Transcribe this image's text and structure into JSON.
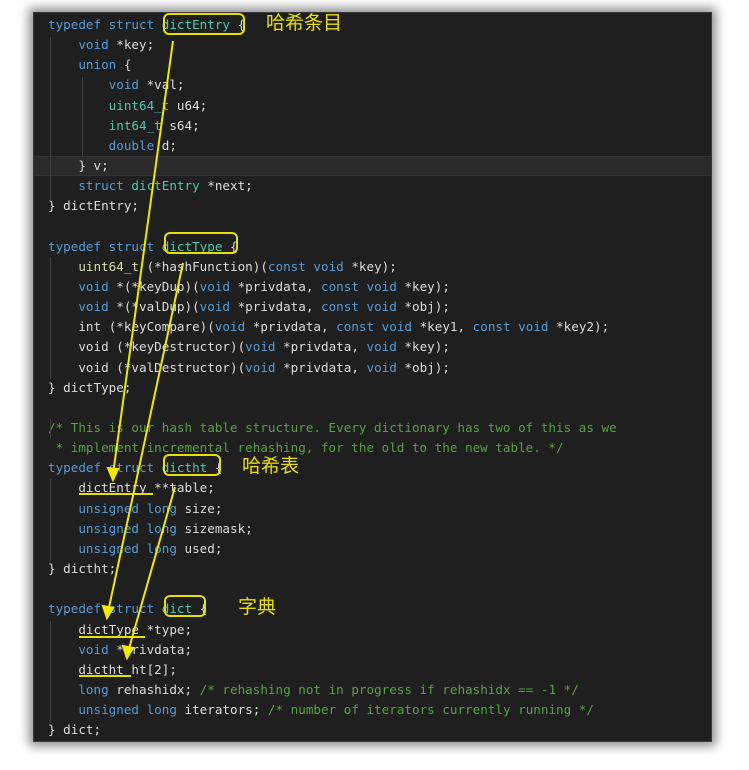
{
  "code": {
    "lines": [
      {
        "tokens": [
          {
            "t": "typedef ",
            "c": "kw"
          },
          {
            "t": "struct ",
            "c": "kw"
          },
          {
            "t": "dictEntry",
            "c": "ty"
          },
          {
            "t": " {",
            "c": "br"
          }
        ]
      },
      {
        "tokens": [
          {
            "t": "    "
          },
          {
            "t": "void ",
            "c": "kw"
          },
          {
            "t": "*key;",
            "c": "id"
          }
        ]
      },
      {
        "tokens": [
          {
            "t": "    "
          },
          {
            "t": "union ",
            "c": "kw"
          },
          {
            "t": "{",
            "c": "br"
          }
        ]
      },
      {
        "tokens": [
          {
            "t": "        "
          },
          {
            "t": "void ",
            "c": "kw"
          },
          {
            "t": "*val;",
            "c": "id"
          }
        ]
      },
      {
        "tokens": [
          {
            "t": "        "
          },
          {
            "t": "uint64_t ",
            "c": "ty"
          },
          {
            "t": "u64;",
            "c": "id"
          }
        ]
      },
      {
        "tokens": [
          {
            "t": "        "
          },
          {
            "t": "int64_t ",
            "c": "ty"
          },
          {
            "t": "s64;",
            "c": "id"
          }
        ]
      },
      {
        "tokens": [
          {
            "t": "        "
          },
          {
            "t": "double ",
            "c": "kw"
          },
          {
            "t": "d;",
            "c": "id"
          }
        ]
      },
      {
        "tokens": [
          {
            "t": "    "
          },
          {
            "t": "} v;",
            "c": "id"
          }
        ],
        "highlight": true
      },
      {
        "tokens": [
          {
            "t": "    "
          },
          {
            "t": "struct ",
            "c": "kw"
          },
          {
            "t": "dictEntry ",
            "c": "ty"
          },
          {
            "t": "*next;",
            "c": "id"
          }
        ]
      },
      {
        "tokens": [
          {
            "t": "} dictEntry;",
            "c": "id"
          }
        ]
      },
      {
        "tokens": []
      },
      {
        "tokens": [
          {
            "t": "typedef ",
            "c": "kw"
          },
          {
            "t": "struct ",
            "c": "kw"
          },
          {
            "t": "dictType",
            "c": "ty"
          },
          {
            "t": " {",
            "c": "br"
          }
        ]
      },
      {
        "tokens": [
          {
            "t": "    "
          },
          {
            "t": "uint64_t ",
            "c": "fn"
          },
          {
            "t": "(*hashFunction)(",
            "c": "id"
          },
          {
            "t": "const ",
            "c": "kw"
          },
          {
            "t": "void ",
            "c": "kw"
          },
          {
            "t": "*key);",
            "c": "id"
          }
        ]
      },
      {
        "tokens": [
          {
            "t": "    "
          },
          {
            "t": "void ",
            "c": "kw"
          },
          {
            "t": "*(*keyDup)(",
            "c": "id"
          },
          {
            "t": "void ",
            "c": "kw"
          },
          {
            "t": "*privdata, ",
            "c": "id"
          },
          {
            "t": "const ",
            "c": "kw"
          },
          {
            "t": "void ",
            "c": "kw"
          },
          {
            "t": "*key);",
            "c": "id"
          }
        ]
      },
      {
        "tokens": [
          {
            "t": "    "
          },
          {
            "t": "void ",
            "c": "kw"
          },
          {
            "t": "*(*valDup)(",
            "c": "id"
          },
          {
            "t": "void ",
            "c": "kw"
          },
          {
            "t": "*privdata, ",
            "c": "id"
          },
          {
            "t": "const ",
            "c": "kw"
          },
          {
            "t": "void ",
            "c": "kw"
          },
          {
            "t": "*obj);",
            "c": "id"
          }
        ]
      },
      {
        "tokens": [
          {
            "t": "    "
          },
          {
            "t": "int ",
            "c": "id"
          },
          {
            "t": "(*keyCompare)(",
            "c": "id"
          },
          {
            "t": "void ",
            "c": "kw"
          },
          {
            "t": "*privdata, ",
            "c": "id"
          },
          {
            "t": "const ",
            "c": "kw"
          },
          {
            "t": "void ",
            "c": "kw"
          },
          {
            "t": "*key1, ",
            "c": "id"
          },
          {
            "t": "const ",
            "c": "kw"
          },
          {
            "t": "void ",
            "c": "kw"
          },
          {
            "t": "*key2);",
            "c": "id"
          }
        ]
      },
      {
        "tokens": [
          {
            "t": "    "
          },
          {
            "t": "void ",
            "c": "id"
          },
          {
            "t": "(*keyDestructor)(",
            "c": "id"
          },
          {
            "t": "void ",
            "c": "kw"
          },
          {
            "t": "*privdata, ",
            "c": "id"
          },
          {
            "t": "void ",
            "c": "kw"
          },
          {
            "t": "*key);",
            "c": "id"
          }
        ]
      },
      {
        "tokens": [
          {
            "t": "    "
          },
          {
            "t": "void ",
            "c": "id"
          },
          {
            "t": "(*valDestructor)(",
            "c": "id"
          },
          {
            "t": "void ",
            "c": "kw"
          },
          {
            "t": "*privdata, ",
            "c": "id"
          },
          {
            "t": "void ",
            "c": "kw"
          },
          {
            "t": "*obj);",
            "c": "id"
          }
        ]
      },
      {
        "tokens": [
          {
            "t": "} dictType;",
            "c": "id"
          }
        ]
      },
      {
        "tokens": []
      },
      {
        "tokens": [
          {
            "t": "/* This is our hash table structure. Every dictionary has two of this as we",
            "c": "cm"
          }
        ]
      },
      {
        "tokens": [
          {
            "t": " * implement incremental rehashing, for the old to the new table. */",
            "c": "cm"
          }
        ]
      },
      {
        "tokens": [
          {
            "t": "typedef ",
            "c": "kw"
          },
          {
            "t": "struct ",
            "c": "kw"
          },
          {
            "t": "dictht",
            "c": "ty"
          },
          {
            "t": " {",
            "c": "br"
          }
        ]
      },
      {
        "tokens": [
          {
            "t": "    "
          },
          {
            "t": "dictEntry ",
            "c": "id"
          },
          {
            "t": "**table;",
            "c": "id"
          }
        ]
      },
      {
        "tokens": [
          {
            "t": "    "
          },
          {
            "t": "unsigned ",
            "c": "kw"
          },
          {
            "t": "long ",
            "c": "kw"
          },
          {
            "t": "size;",
            "c": "id"
          }
        ]
      },
      {
        "tokens": [
          {
            "t": "    "
          },
          {
            "t": "unsigned ",
            "c": "kw"
          },
          {
            "t": "long ",
            "c": "kw"
          },
          {
            "t": "sizemask;",
            "c": "id"
          }
        ]
      },
      {
        "tokens": [
          {
            "t": "    "
          },
          {
            "t": "unsigned ",
            "c": "kw"
          },
          {
            "t": "long ",
            "c": "kw"
          },
          {
            "t": "used;",
            "c": "id"
          }
        ]
      },
      {
        "tokens": [
          {
            "t": "} dictht;",
            "c": "id"
          }
        ]
      },
      {
        "tokens": []
      },
      {
        "tokens": [
          {
            "t": "typedef ",
            "c": "kw"
          },
          {
            "t": "struct ",
            "c": "kw"
          },
          {
            "t": "dict",
            "c": "ty"
          },
          {
            "t": " {",
            "c": "br"
          }
        ]
      },
      {
        "tokens": [
          {
            "t": "    "
          },
          {
            "t": "dictType ",
            "c": "id"
          },
          {
            "t": "*type;",
            "c": "id"
          }
        ]
      },
      {
        "tokens": [
          {
            "t": "    "
          },
          {
            "t": "void ",
            "c": "kw"
          },
          {
            "t": "*privdata;",
            "c": "id"
          }
        ]
      },
      {
        "tokens": [
          {
            "t": "    "
          },
          {
            "t": "dictht ",
            "c": "id"
          },
          {
            "t": "ht[2];",
            "c": "id"
          }
        ]
      },
      {
        "tokens": [
          {
            "t": "    "
          },
          {
            "t": "long ",
            "c": "kw"
          },
          {
            "t": "rehashidx; ",
            "c": "id"
          },
          {
            "t": "/* rehashing not in progress if rehashidx == -1 */",
            "c": "cm"
          }
        ]
      },
      {
        "tokens": [
          {
            "t": "    "
          },
          {
            "t": "unsigned ",
            "c": "kw"
          },
          {
            "t": "long ",
            "c": "kw"
          },
          {
            "t": "iterators; ",
            "c": "id"
          },
          {
            "t": "/* number of iterators currently running */",
            "c": "cm"
          }
        ]
      },
      {
        "tokens": [
          {
            "t": "} dict;",
            "c": "id"
          }
        ]
      }
    ]
  },
  "annotations": {
    "dictEntry_label": "哈希条目",
    "dictht_label": "哈希表",
    "dict_label": "字典"
  },
  "colors": {
    "background": "#1f1f1f",
    "keyword": "#569cd6",
    "type": "#4ec9b0",
    "comment": "#5aa047",
    "annotation": "#e8e000"
  }
}
